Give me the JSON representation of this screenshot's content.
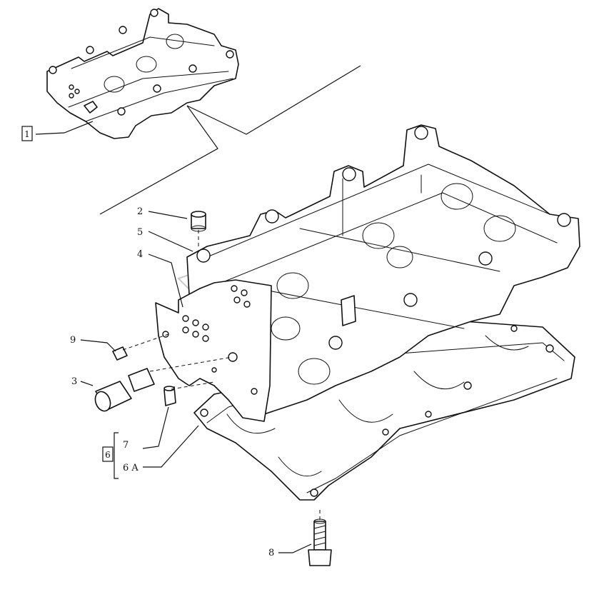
{
  "diagram": {
    "callouts": {
      "c1": "1",
      "c2": "2",
      "c3": "3",
      "c4": "4",
      "c5": "5",
      "c6": "6",
      "c6a": "6 A",
      "c7": "7",
      "c8": "8",
      "c9": "9"
    }
  }
}
